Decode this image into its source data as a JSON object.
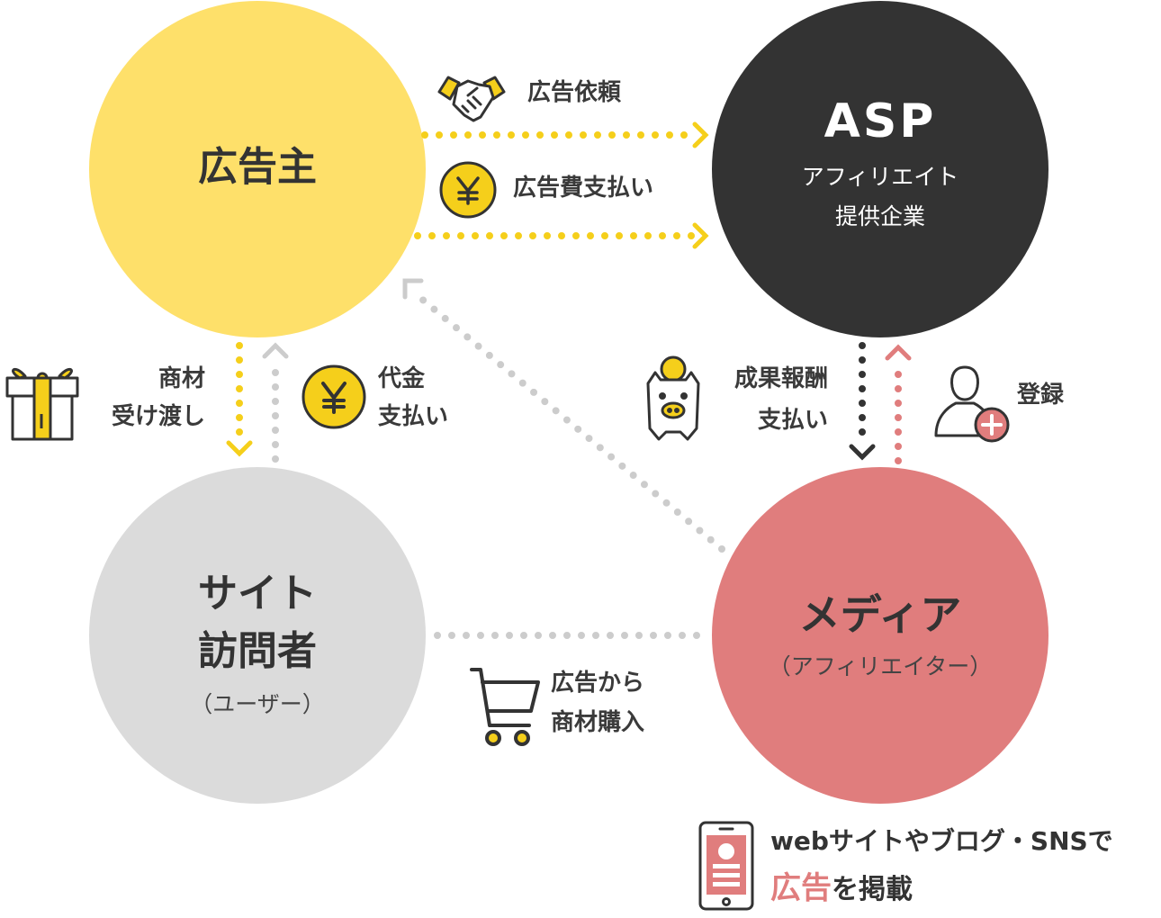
{
  "colors": {
    "advertiser": "#fee06a",
    "asp": "#333333",
    "media": "#e07d7d",
    "visitor": "#dbdbdb",
    "dots_yellow": "#f5cf1b",
    "dots_gray": "#cccccc",
    "dots_dark": "#333333",
    "dots_red": "#e07d7d"
  },
  "nodes": {
    "advertiser": {
      "title": "広告主"
    },
    "asp": {
      "title": "ASP",
      "subtitle_line1": "アフィリエイト",
      "subtitle_line2": "提供企業"
    },
    "visitor": {
      "title_line1": "サイト",
      "title_line2": "訪問者",
      "subtitle": "（ユーザー）"
    },
    "media": {
      "title": "メディア",
      "subtitle": "（アフィリエイター）"
    }
  },
  "flows": {
    "ad_request": {
      "label": "広告依頼",
      "icon": "handshake-icon"
    },
    "ad_fee": {
      "label": "広告費支払い",
      "icon": "yen-coin-icon"
    },
    "goods_delivery": {
      "line1": "商材",
      "line2": "受け渡し",
      "icon": "gift-box-icon"
    },
    "payment": {
      "line1": "代金",
      "line2": "支払い",
      "icon": "yen-coin-icon"
    },
    "reward": {
      "line1": "成果報酬",
      "line2": "支払い",
      "icon": "piggy-bank-icon"
    },
    "register": {
      "label": "登録",
      "icon": "user-add-icon"
    },
    "purchase": {
      "line1": "広告から",
      "line2": "商材購入",
      "icon": "shopping-cart-icon"
    },
    "publish": {
      "line1": "webサイトやブログ・SNSで",
      "line2_highlight": "広告",
      "line2_rest": "を掲載",
      "icon": "smartphone-icon"
    }
  }
}
